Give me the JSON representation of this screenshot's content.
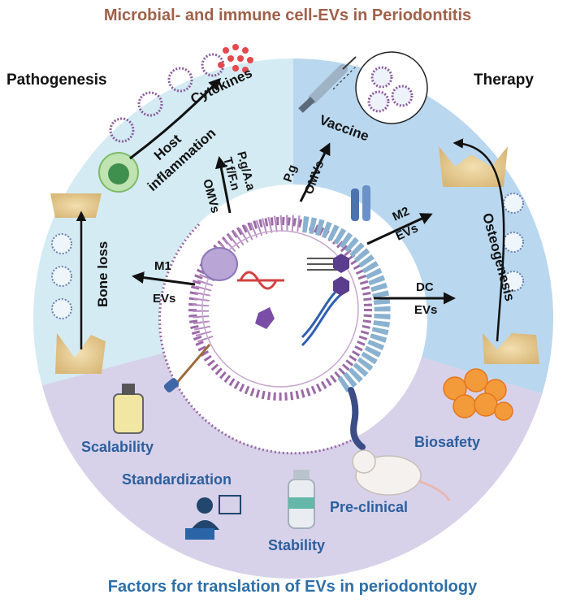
{
  "title": "Microbial- and immune cell-EVs in Periodontitis",
  "bottom_title": "Factors for translation of EVs in periodontology",
  "sections": {
    "pathogenesis": "Pathogenesis",
    "therapy": "Therapy"
  },
  "pathogenesis_labels": {
    "cytokines": "Cytokines",
    "host": "Host",
    "inflammation": "inflammation",
    "bone_loss": "Bone loss"
  },
  "therapy_labels": {
    "vaccine": "Vaccine",
    "osteogenesis": "Osteogenesis"
  },
  "ev_labels": {
    "pg_aa": "P.g/A.a",
    "tf_fn": "T.f/F.n",
    "omvs_left": "OMVs",
    "pg": "P.g",
    "omvs_right": "OMVs",
    "m2": "M2",
    "m2_evs": "EVs",
    "dc": "DC",
    "dc_evs": "EVs",
    "m1": "M1",
    "m1_evs": "EVs"
  },
  "factors": {
    "scalability": "Scalability",
    "standardization": "Standardization",
    "stability": "Stability",
    "preclinical": "Pre-clinical",
    "biosafety": "Biosafety"
  },
  "colors": {
    "pathogenesis_bg": "#d4ebf3",
    "therapy_bg": "#b9d8ef",
    "factors_bg": "#d7d2ea",
    "membrane_purple": "#9b6aa6",
    "membrane_blue": "#8ab2d0",
    "title_brown": "#a0604a",
    "title_blue": "#2d6fa8"
  }
}
